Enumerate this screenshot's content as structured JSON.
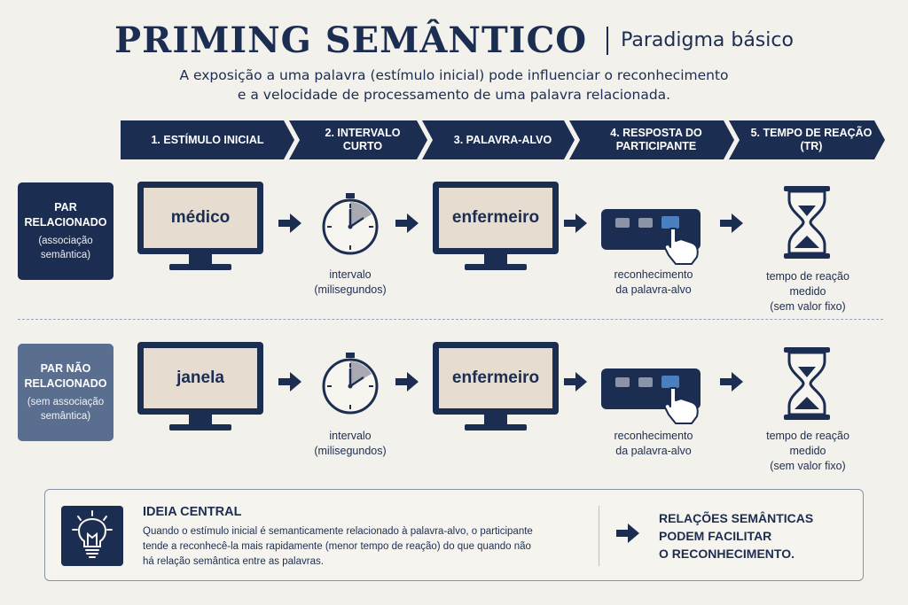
{
  "header": {
    "title": "PRIMING SEMÂNTICO",
    "subtitle_right": "Paradigma básico",
    "description_line1": "A exposição a uma palavra (estímulo inicial) pode influenciar o reconhecimento",
    "description_line2": "e a velocidade de processamento de uma palavra relacionada."
  },
  "steps": [
    {
      "line1": "1. ESTÍMULO INICIAL",
      "line2": ""
    },
    {
      "line1": "2. INTERVALO",
      "line2": "CURTO"
    },
    {
      "line1": "3. PALAVRA-ALVO",
      "line2": ""
    },
    {
      "line1": "4. RESPOSTA DO",
      "line2": "PARTICIPANTE"
    },
    {
      "line1": "5. TEMPO DE REAÇÃO",
      "line2": "(TR)"
    }
  ],
  "rows": [
    {
      "label_line1": "PAR",
      "label_line2": "RELACIONADO",
      "label_sub1": "(associação",
      "label_sub2": "semântica)",
      "prime_word": "médico",
      "target_word": "enfermeiro",
      "interval_caption1": "intervalo",
      "interval_caption2": "(milisegundos)",
      "response_caption1": "reconhecimento",
      "response_caption2": "da palavra-alvo",
      "rt_caption1": "tempo de reação",
      "rt_caption2": "medido",
      "rt_caption3": "(sem valor fixo)"
    },
    {
      "label_line1": "PAR NÃO",
      "label_line2": "RELACIONADO",
      "label_sub1": "(sem associação",
      "label_sub2": "semântica)",
      "prime_word": "janela",
      "target_word": "enfermeiro",
      "interval_caption1": "intervalo",
      "interval_caption2": "(milisegundos)",
      "response_caption1": "reconhecimento",
      "response_caption2": "da palavra-alvo",
      "rt_caption1": "tempo de reação",
      "rt_caption2": "medido",
      "rt_caption3": "(sem valor fixo)"
    }
  ],
  "idea": {
    "title": "IDEIA CENTRAL",
    "text_line1": "Quando o estímulo inicial é semanticamente relacionado à palavra-alvo, o participante",
    "text_line2": "tende a reconhecê-la mais rapidamente (menor tempo de reação) do que quando não",
    "text_line3": "há relação semântica entre as palavras.",
    "conclusion_line1": "RELAÇÕES SEMÂNTICAS",
    "conclusion_line2": "PODEM FACILITAR",
    "conclusion_line3": "O RECONHECIMENTO."
  },
  "colors": {
    "navy": "#1c2d52",
    "slate": "#5a6f8f",
    "screen": "#e6ddd0",
    "background": "#f3f1ec",
    "accent_blue": "#4a7fc0"
  },
  "icons": {
    "clock": "clock-icon",
    "keypad": "response-keypad-icon",
    "pointer": "pointing-hand-icon",
    "hourglass": "hourglass-icon",
    "bulb": "lightbulb-icon",
    "arrow": "arrow-right-icon"
  }
}
